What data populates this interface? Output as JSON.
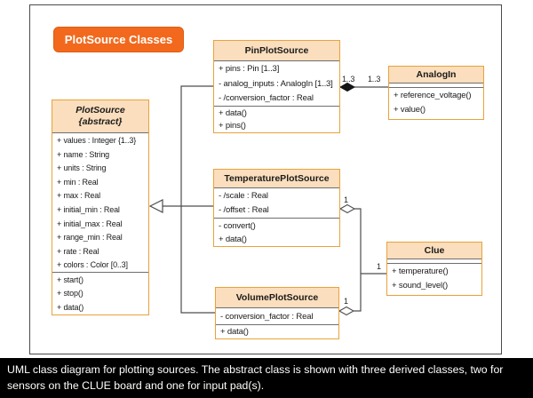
{
  "title_badge": "PlotSource Classes",
  "caption": "UML class diagram for plotting sources. The abstract class is shown with three derived classes, two for sensors on the CLUE board and one for input pad(s).",
  "colors": {
    "badge_orange": "#F2691D",
    "box_border_orange": "#E9A23B",
    "header_fill_peach": "#FBDEBD",
    "connector_gray": "#4d4d4d",
    "caption_bg": "#000000",
    "caption_text": "#ffffff"
  },
  "classes": {
    "plotsource": {
      "name": "PlotSource",
      "stereotype": "{abstract}",
      "attributes": [
        "+ values : Integer {1..3}",
        "+ name : String",
        "+ units : String",
        "+ min : Real",
        "+ max : Real",
        "+ initial_min : Real",
        "+ initial_max : Real",
        "+ range_min : Real",
        "+ rate : Real",
        "+ colors : Color [0..3]"
      ],
      "methods": [
        "+ start()",
        "+ stop()",
        "+ data()"
      ]
    },
    "pinplotsource": {
      "name": "PinPlotSource",
      "attributes": [
        "+ pins : Pin [1..3]",
        "- analog_inputs : AnalogIn [1..3]",
        "- /conversion_factor : Real"
      ],
      "methods": [
        "+ data()",
        "+ pins()"
      ]
    },
    "analogin": {
      "name": "AnalogIn",
      "attributes": [],
      "methods": [
        "+ reference_voltage()",
        "+ value()"
      ]
    },
    "temperatureplotsource": {
      "name": "TemperaturePlotSource",
      "attributes": [
        "- /scale : Real",
        "- /offset : Real"
      ],
      "methods": [
        "- convert()",
        "+ data()"
      ]
    },
    "volumeplotsource": {
      "name": "VolumePlotSource",
      "attributes": [
        "- conversion_factor : Real"
      ],
      "methods": [
        "+ data()"
      ]
    },
    "clue": {
      "name": "Clue",
      "attributes": [],
      "methods": [
        "+ temperature()",
        "+ sound_level()"
      ]
    }
  },
  "relationships": {
    "generalization": {
      "parent": "PlotSource",
      "children": [
        "PinPlotSource",
        "TemperaturePlotSource",
        "VolumePlotSource"
      ]
    },
    "pin_analogin": {
      "type": "composition",
      "mult_pin_side": "1..3",
      "mult_analogin_side": "1..3"
    },
    "temp_clue": {
      "type": "aggregation",
      "mult_temp_side": "1",
      "mult_clue_side": "1"
    },
    "volume_clue": {
      "type": "aggregation",
      "mult_volume_side": "1"
    }
  }
}
